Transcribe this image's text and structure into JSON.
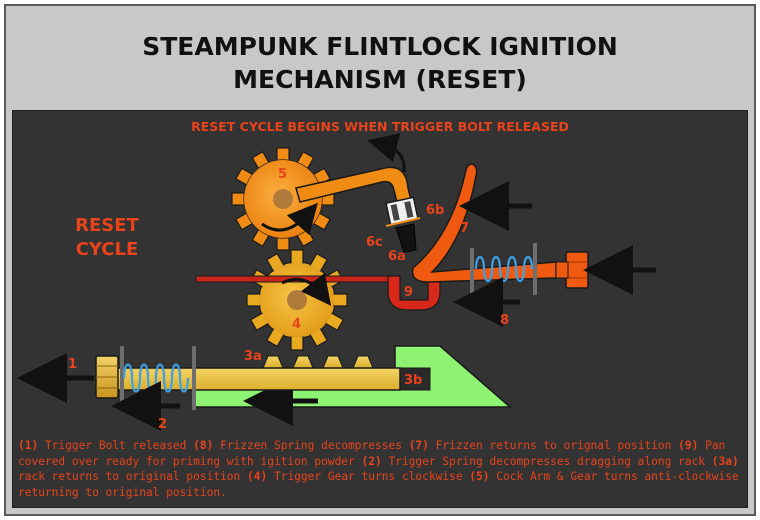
{
  "title_line1": "STEAMPUNK FLINTLOCK IGNITION",
  "title_line2": "MECHANISM (RESET)",
  "subtitle": "RESET CYCLE BEGINS WHEN TRIGGER BOLT RELEASED",
  "side_label_line1": "RESET",
  "side_label_line2": "CYCLE",
  "labels": {
    "l1": "1",
    "l2": "2",
    "l3a": "3a",
    "l3b": "3b",
    "l4": "4",
    "l5": "5",
    "l6a": "6a",
    "l6b": "6b",
    "l6c": "6c",
    "l7": "7",
    "l8": "8",
    "l9": "9"
  },
  "caption": [
    {
      "n": "(1)",
      "t": " Trigger Bolt released "
    },
    {
      "n": "(8)",
      "t": " Frizzen Spring decompresses "
    },
    {
      "n": "(7)",
      "t": " Frizzen returns to orignal position "
    },
    {
      "n": "(9)",
      "t": " Pan covered over ready for priming with igition powder "
    },
    {
      "n": "(2)",
      "t": " Trigger Spring decompresses dragging along rack "
    },
    {
      "n": "(3a)",
      "t": " rack returns to original position "
    },
    {
      "n": "(4)",
      "t": " Trigger Gear turns clockwise "
    },
    {
      "n": "(5)",
      "t": " Cock Arm & Gear turns anti-clockwise returning to original position."
    }
  ],
  "colors": {
    "accent": "#e8431a",
    "gear_upper": "#f08c14",
    "gear_lower": "#e8a820",
    "rack": "#eec445",
    "sear": "#8ef272",
    "frizzen": "#f05a10",
    "spring": "#3aa0e8",
    "panel": "#333333"
  }
}
